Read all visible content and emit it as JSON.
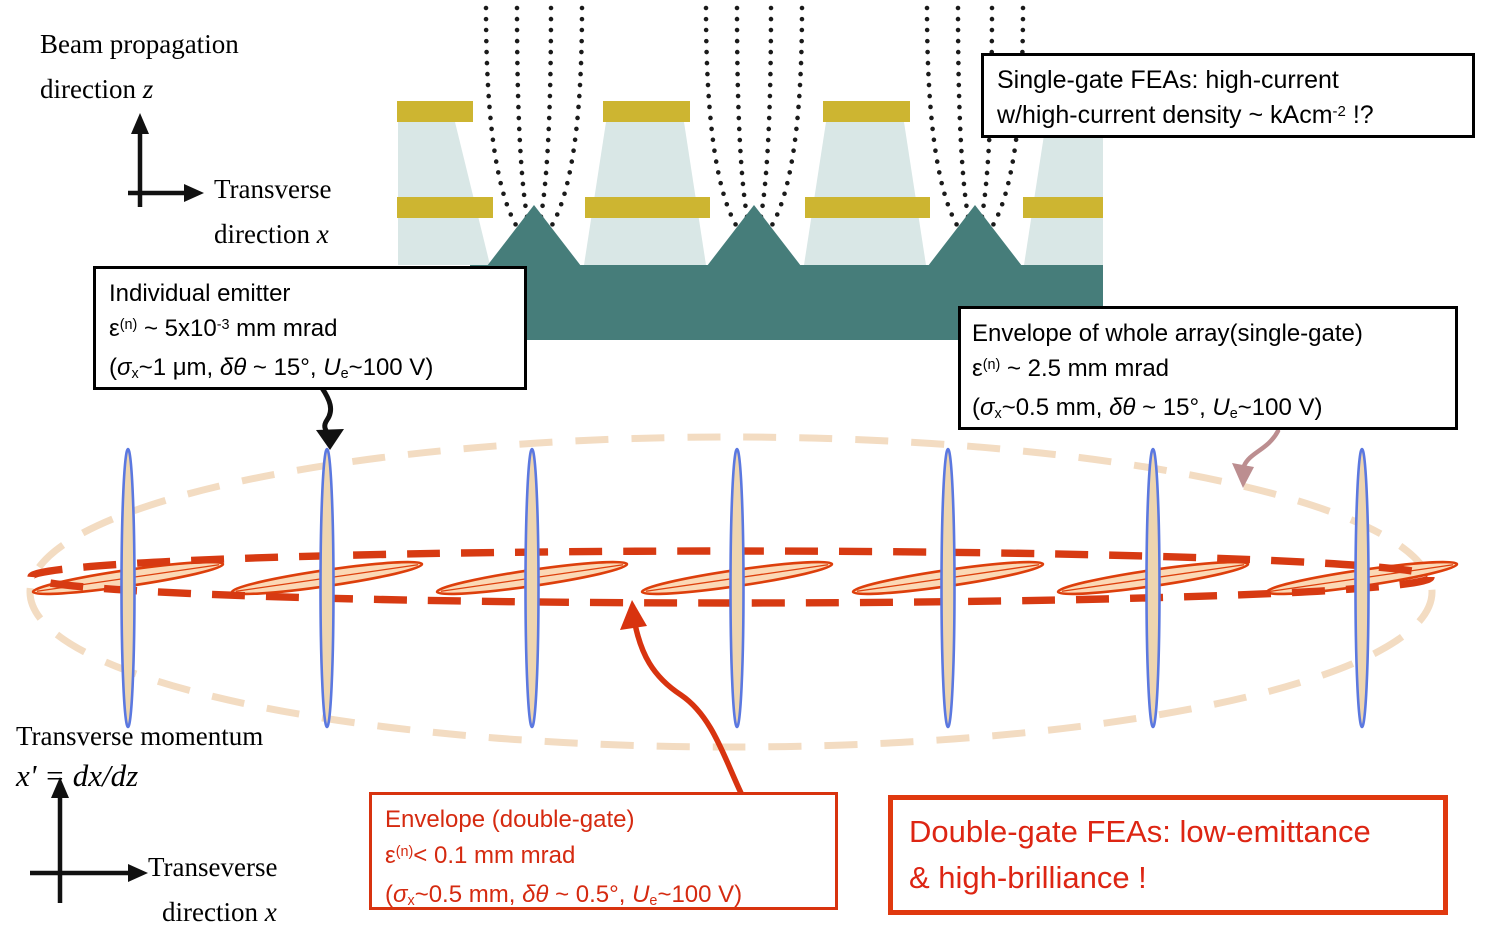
{
  "colors": {
    "substrate_teal": "#467d7a",
    "pillar_pale_blue": "#d9e7e6",
    "gate_yellow": "#cdb531",
    "beige_envelope": "#f3dcc2",
    "red_envelope": "#d73a12",
    "blue_ellipse_stroke": "#5b78e0",
    "blue_ellipse_fill": "#eed5b0",
    "orange_ellipse_stroke": "#dd3f0c",
    "orange_ellipse_fill": "#fbd9b6",
    "red_box_border": "#e0390f",
    "red_text": "#d52a10",
    "mauve_arrow": "#bc8e90"
  },
  "labels": {
    "beam_axis": {
      "line1": [
        {
          "t": "Beam propagation"
        }
      ],
      "line2": [
        {
          "t": "direction "
        },
        {
          "t": "z",
          "s": "i"
        }
      ]
    },
    "transverse_axis_top": {
      "line1": [
        {
          "t": "Transverse"
        }
      ],
      "line2": [
        {
          "t": "direction "
        },
        {
          "t": "x",
          "s": "i"
        }
      ]
    },
    "momentum_axis": {
      "line1": [
        {
          "t": "Transverse momentum"
        }
      ],
      "line2": [
        {
          "t": "x' = dx/dz",
          "s": "i"
        }
      ]
    },
    "transverse_axis_bottom": {
      "line1": [
        {
          "t": "Transeverse"
        }
      ],
      "line2": [
        {
          "t": "direction "
        },
        {
          "t": "x",
          "s": "i"
        }
      ]
    }
  },
  "boxes": {
    "single_gate": {
      "lines": [
        [
          {
            "t": "Single-gate FEAs: high-current"
          }
        ],
        [
          {
            "t": "w/high-current density ~ kAcm"
          },
          {
            "t": "-2",
            "s": "sup"
          },
          {
            "t": " !?"
          }
        ]
      ]
    },
    "individual_emitter": {
      "lines": [
        [
          {
            "t": "Individual emitter"
          }
        ],
        [
          {
            "t": "ε"
          },
          {
            "t": "(n)",
            "s": "sup"
          },
          {
            "t": " ~ 5x10"
          },
          {
            "t": "-3",
            "s": "sup"
          },
          {
            "t": " mm mrad"
          }
        ],
        [
          {
            "t": "("
          },
          {
            "t": "σ",
            "s": "i"
          },
          {
            "t": "x",
            "s": "sub"
          },
          {
            "t": "~1 μm, "
          },
          {
            "t": "δθ",
            "s": "i"
          },
          {
            "t": " ~ 15°, "
          },
          {
            "t": "U",
            "s": "i"
          },
          {
            "t": "e",
            "s": "sub"
          },
          {
            "t": "~100 V)"
          }
        ]
      ]
    },
    "envelope_array": {
      "lines": [
        [
          {
            "t": "Envelope of whole array(single-gate)"
          }
        ],
        [
          {
            "t": "ε"
          },
          {
            "t": "(n)",
            "s": "sup"
          },
          {
            "t": " ~ 2.5 mm mrad"
          }
        ],
        [
          {
            "t": "("
          },
          {
            "t": "σ",
            "s": "i"
          },
          {
            "t": "x",
            "s": "sub"
          },
          {
            "t": "~0.5 mm, "
          },
          {
            "t": "δθ",
            "s": "i"
          },
          {
            "t": " ~ 15°, "
          },
          {
            "t": "U",
            "s": "i"
          },
          {
            "t": "e",
            "s": "sub"
          },
          {
            "t": "~100 V)"
          }
        ]
      ]
    },
    "envelope_double": {
      "lines": [
        [
          {
            "t": "Envelope (double-gate)"
          }
        ],
        [
          {
            "t": "ε"
          },
          {
            "t": "(n)",
            "s": "sup"
          },
          {
            "t": "< 0.1 mm mrad"
          }
        ],
        [
          {
            "t": "("
          },
          {
            "t": "σ",
            "s": "i"
          },
          {
            "t": "x",
            "s": "sub"
          },
          {
            "t": "~0.5 mm, "
          },
          {
            "t": "δθ",
            "s": "i"
          },
          {
            "t": " ~ 0.5°, "
          },
          {
            "t": "U",
            "s": "i"
          },
          {
            "t": "e",
            "s": "sub"
          },
          {
            "t": "~100 V)"
          }
        ]
      ]
    },
    "double_gate": {
      "lines": [
        [
          {
            "t": "Double-gate FEAs: low-emittance"
          }
        ],
        [
          {
            "t": "& high-brilliance !"
          }
        ]
      ]
    }
  }
}
